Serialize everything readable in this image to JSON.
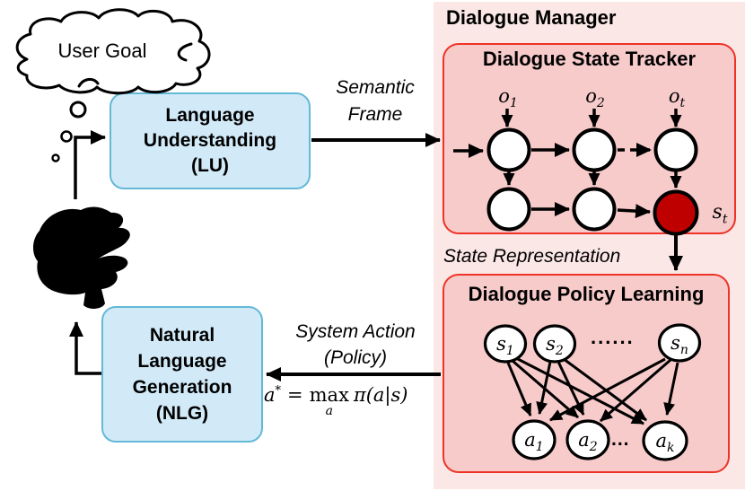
{
  "colors": {
    "panel_pink": "#fce7e7",
    "box_pink": "#f8cbcb",
    "red_border": "#ee3326",
    "node_red": "#bf0000",
    "box_blue": "#d2eaf8",
    "blue_border": "#64b8d8",
    "ink": "#000000"
  },
  "cloud": {
    "label": "User Goal"
  },
  "lu_box": {
    "lines": [
      "Language",
      "Understanding",
      "(LU)"
    ]
  },
  "nlg_box": {
    "lines": [
      "Natural",
      "Language",
      "Generation",
      "(NLG)"
    ]
  },
  "flow": {
    "semantic_frame": {
      "line1": "Semantic",
      "line2": "Frame"
    },
    "state_representation": "State Representation",
    "system_action": {
      "line1": "System Action",
      "line2": "(Policy)"
    },
    "formula": {
      "lhs": "a",
      "sup": "*",
      "eq": "=",
      "op": "max",
      "under": "a",
      "rhs": "π(a|s)"
    }
  },
  "dialogue_manager": {
    "title": "Dialogue Manager",
    "tracker": {
      "title": "Dialogue State Tracker",
      "observations": [
        {
          "base": "o",
          "sub": "1"
        },
        {
          "base": "o",
          "sub": "2"
        },
        {
          "base": "o",
          "sub": "t"
        }
      ],
      "state": {
        "base": "s",
        "sub": "t"
      }
    },
    "policy": {
      "title": "Dialogue Policy Learning",
      "state_nodes": [
        {
          "base": "s",
          "sub": "1"
        },
        {
          "base": "s",
          "sub": "2"
        },
        {
          "base": "s",
          "sub": "n"
        }
      ],
      "state_dots": "......",
      "action_nodes": [
        {
          "base": "a",
          "sub": "1"
        },
        {
          "base": "a",
          "sub": "2"
        },
        {
          "base": "a",
          "sub": "k"
        }
      ],
      "action_dots": "..."
    }
  }
}
